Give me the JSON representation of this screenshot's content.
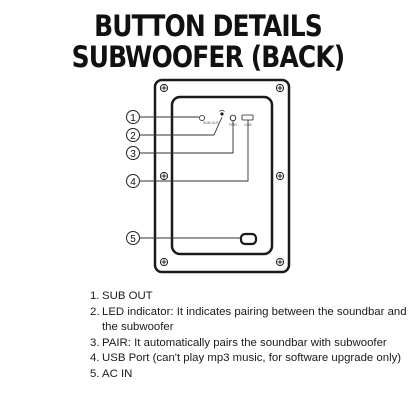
{
  "title_line1": "BUTTON DETAILS",
  "title_line2": "SUBWOOFER (BACK)",
  "callouts": [
    "1",
    "2",
    "3",
    "4",
    "5"
  ],
  "panel_labels": {
    "sub_out": "SUB OUT",
    "pair": "PAIR",
    "usb": "USB"
  },
  "list": [
    {
      "num": "1.",
      "text": "SUB OUT"
    },
    {
      "num": "2.",
      "text": "LED indicator: It indicates pairing between the soundbar and the subwoofer"
    },
    {
      "num": "3.",
      "text": "PAIR: It automatically pairs the soundbar with subwoofer"
    },
    {
      "num": "4.",
      "text": "USB Port (can't play mp3 music, for software upgrade only)"
    },
    {
      "num": "5.",
      "text": "AC IN"
    }
  ]
}
